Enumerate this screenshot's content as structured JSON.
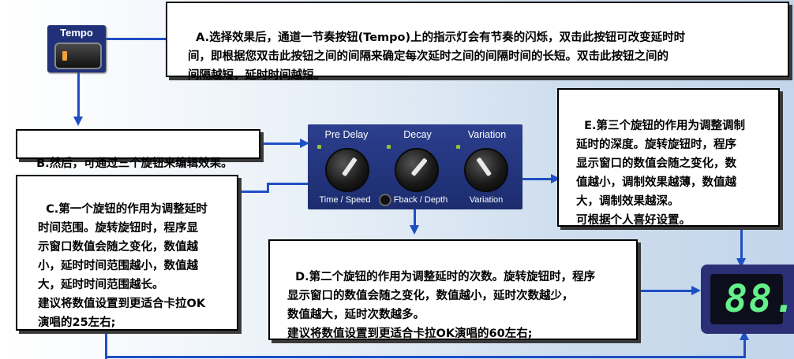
{
  "tempo_button": {
    "label": "Tempo"
  },
  "notes": {
    "a": "A.选择效果后，通道一节奏按钮(Tempo)上的指示灯会有节奏的闪烁，双击此按钮可改变延时时\n间，即根据您双击此按钮之间的间隔来确定每次延时之间的间隔时间的长短。双击此按钮之间的\n间隔越短，延时时间越短。",
    "b": "B.然后，可通过三个旋钮来编辑效果。",
    "c": "C.第一个旋钮的作用为调整延时\n时间范围。旋转旋钮时，程序显\n示窗口数值会随之变化，数值越\n小，延时时间范围越小，数值越\n大，延时时间范围越长。\n建议将数值设置到更适合卡拉OK\n演唱的25左右;",
    "d": "D.第二个旋钮的作用为调整延时的次数。旋转旋钮时，程序\n显示窗口的数值会随之变化，数值越小，延时次数越少，\n数值越大，延时次数越多。\n建议将数值设置到更适合卡拉OK演唱的60左右;",
    "e": "E.第三个旋钮的作用为调整调制\n延时的深度。旋转旋钮时，程序\n显示窗口的数值会随之变化，数\n值越小，调制效果越薄，数值越\n大，调制效果越深。\n可根据个人喜好设置。"
  },
  "knob_panel": {
    "top_labels": [
      "Pre Delay",
      "Decay",
      "Variation"
    ],
    "bottom_labels": [
      "Time / Speed",
      "Fback / Depth",
      "Variation"
    ]
  },
  "display": {
    "value": "88."
  },
  "colors": {
    "arrow": "#1f4fc4",
    "panel": "#22357a",
    "led_digits": "#64f08a"
  }
}
